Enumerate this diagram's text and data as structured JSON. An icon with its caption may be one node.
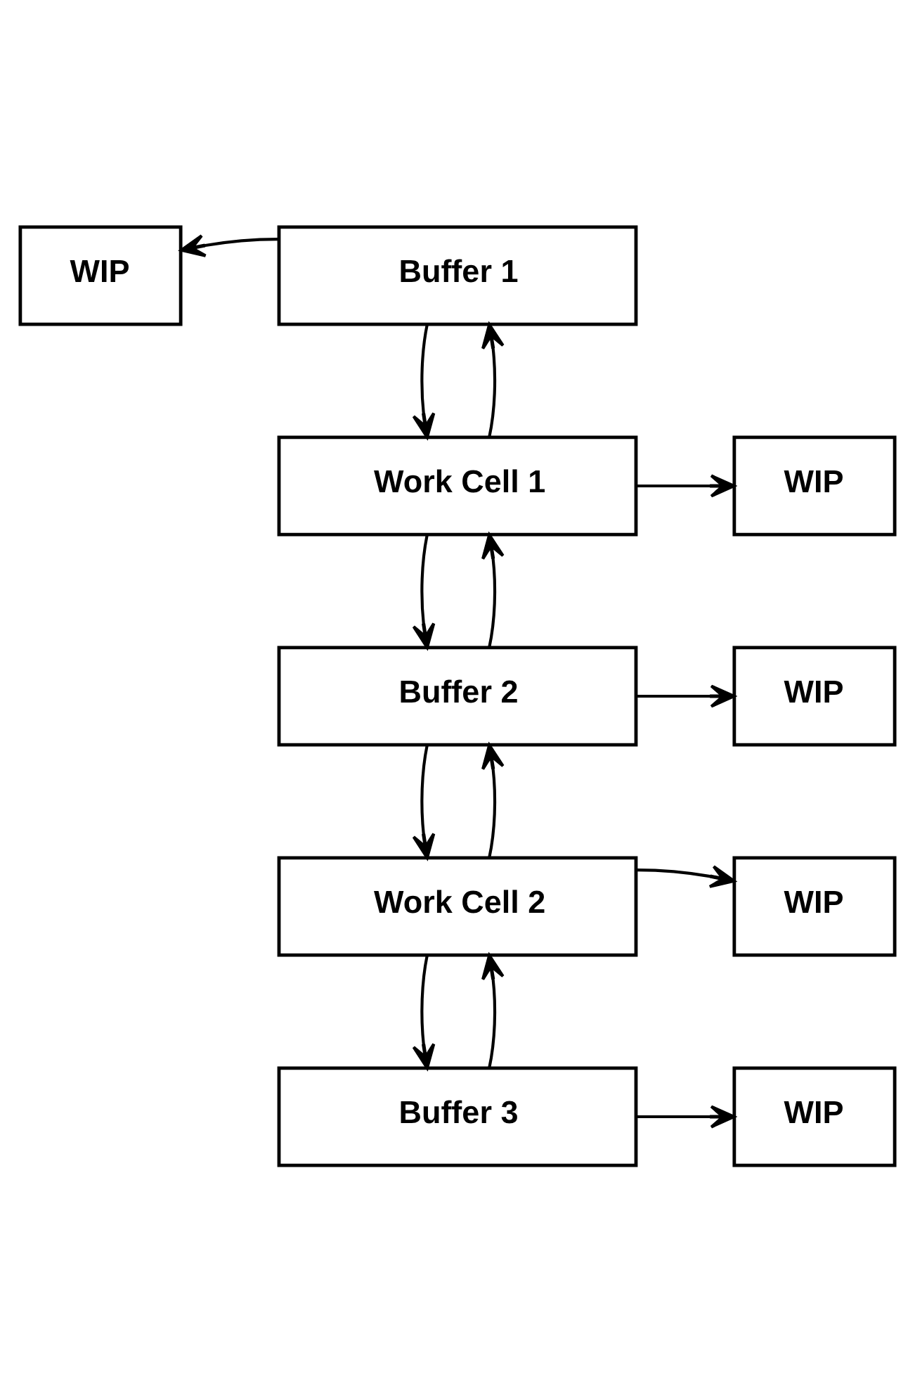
{
  "diagram": {
    "nodes": [
      {
        "text": [
          "WIP"
        ]
      },
      {
        "text": [
          "Buffer 1"
        ]
      },
      {
        "text": [
          "Work Cell 1"
        ]
      },
      {
        "text": [
          "WIP"
        ]
      },
      {
        "text": [
          "Buffer 2"
        ]
      },
      {
        "text": [
          "WIP"
        ]
      },
      {
        "text": [
          "WIP"
        ]
      },
      {
        "text": [
          "Work Cell 2"
        ]
      },
      {
        "text": [
          "Buffer 3"
        ]
      },
      {
        "text": [
          "WIP"
        ]
      }
    ],
    "edges": [
      {
        "from": 1,
        "to": 0,
        "arrow": "to"
      },
      {
        "from": 1,
        "to": 2,
        "arrow": "to"
      },
      {
        "from": 2,
        "to": 1,
        "arrow": "to"
      },
      {
        "from": 2,
        "to": 3,
        "arrow": "to"
      },
      {
        "from": 2,
        "to": 4,
        "arrow": "to"
      },
      {
        "from": 4,
        "to": 2,
        "arrow": "to"
      },
      {
        "from": 4,
        "to": 5,
        "arrow": "to"
      },
      {
        "from": 4,
        "to": 7,
        "arrow": "to"
      },
      {
        "from": 7,
        "to": 4,
        "arrow": "to"
      },
      {
        "from": 7,
        "to": 6,
        "arrow": "to"
      },
      {
        "from": 7,
        "to": 8,
        "arrow": "to"
      },
      {
        "from": 8,
        "to": 7,
        "arrow": "to"
      },
      {
        "from": 8,
        "to": 9,
        "arrow": "to"
      }
    ]
  }
}
